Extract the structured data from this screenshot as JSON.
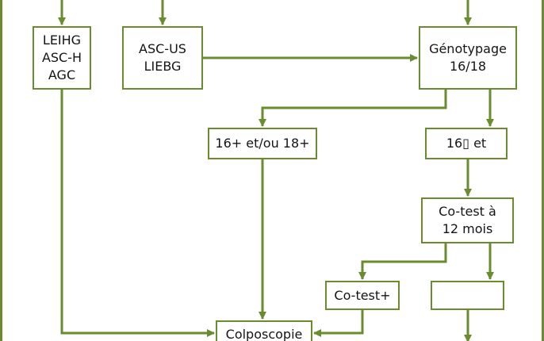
{
  "colors": {
    "accent": "#6a8c2e",
    "text": "#141414",
    "background": "#ffffff"
  },
  "nodes": {
    "high_grade": {
      "lines": [
        "LEIHG",
        "ASC-H",
        "AGC"
      ]
    },
    "low_grade": {
      "lines": [
        "ASC-US",
        "LIEBG"
      ]
    },
    "genotyping": {
      "lines": [
        "Génotypage",
        "16/18"
      ]
    },
    "hpv_positive": {
      "lines": [
        "16+ et/ou 18+"
      ]
    },
    "hpv_negative": {
      "lines": [
        "16▯ et"
      ]
    },
    "cotest_12m": {
      "lines": [
        "Co-test à",
        "12 mois"
      ]
    },
    "cotest_positive": {
      "lines": [
        "Co-test+"
      ]
    },
    "empty_box": {
      "lines": []
    },
    "colposcopy": {
      "lines": [
        "Colposcopie"
      ]
    }
  }
}
